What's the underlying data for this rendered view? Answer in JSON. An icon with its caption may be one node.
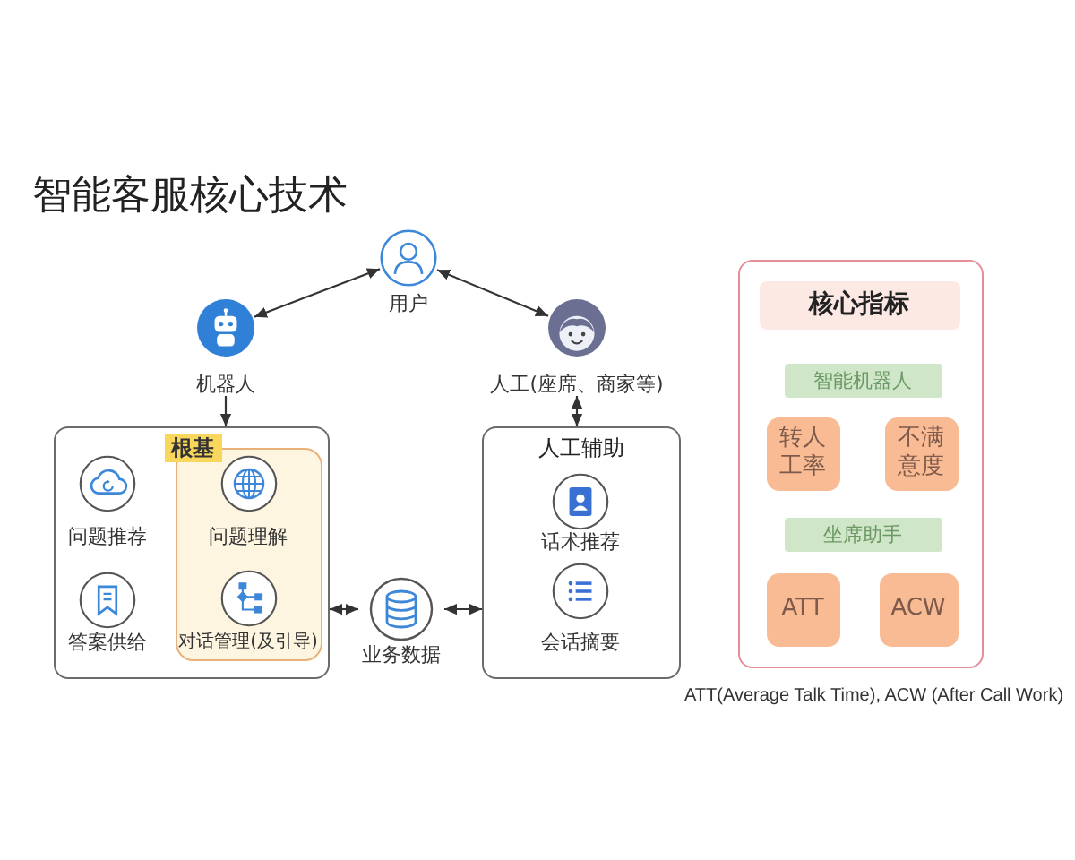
{
  "diagram": {
    "title": "智能客服核心技术",
    "nodes": [
      {
        "text": [
          "用户"
        ]
      },
      {
        "text": [
          "机器人"
        ]
      },
      {
        "text": [
          "人工(座席、商家等)"
        ]
      },
      {
        "text": [],
        "shape": "box"
      },
      {
        "text": [
          "问题推荐"
        ],
        "in": 3
      },
      {
        "text": [
          "答案供给"
        ],
        "in": 3
      },
      {
        "text": [
          "根基"
        ],
        "in": 3
      },
      {
        "text": [
          "问题理解"
        ],
        "in": 6
      },
      {
        "text": [
          "对话管理(及引导)"
        ],
        "in": 6
      },
      {
        "text": [
          "业务数据"
        ]
      },
      {
        "text": [
          "人工辅助"
        ]
      },
      {
        "text": [
          "话术推荐"
        ],
        "in": 10
      },
      {
        "text": [
          "会话摘要"
        ],
        "in": 10
      },
      {
        "text": [],
        "shape": "box"
      },
      {
        "text": [
          "核心指标"
        ],
        "in": 13
      },
      {
        "text": [
          "智能机器人"
        ],
        "in": 13
      },
      {
        "text": [
          "转人工率"
        ],
        "in": 13
      },
      {
        "text": [
          "不满意度"
        ],
        "in": 13
      },
      {
        "text": [
          "坐席助手"
        ],
        "in": 13
      },
      {
        "text": [
          "ATT"
        ],
        "in": 13
      },
      {
        "text": [
          "ACW"
        ],
        "in": 13
      }
    ],
    "edges": [
      {
        "from": 0,
        "to": 1,
        "arrow": "both"
      },
      {
        "from": 0,
        "to": 2,
        "arrow": "both"
      },
      {
        "from": 1,
        "to": 3,
        "arrow": "to"
      },
      {
        "from": 2,
        "to": 10,
        "arrow": "both"
      },
      {
        "from": 3,
        "to": 9,
        "arrow": "both"
      },
      {
        "from": 9,
        "to": 10,
        "arrow": "both"
      }
    ],
    "labels": [
      "ATT(Average Talk Time), ACW (After Call Work)"
    ]
  }
}
